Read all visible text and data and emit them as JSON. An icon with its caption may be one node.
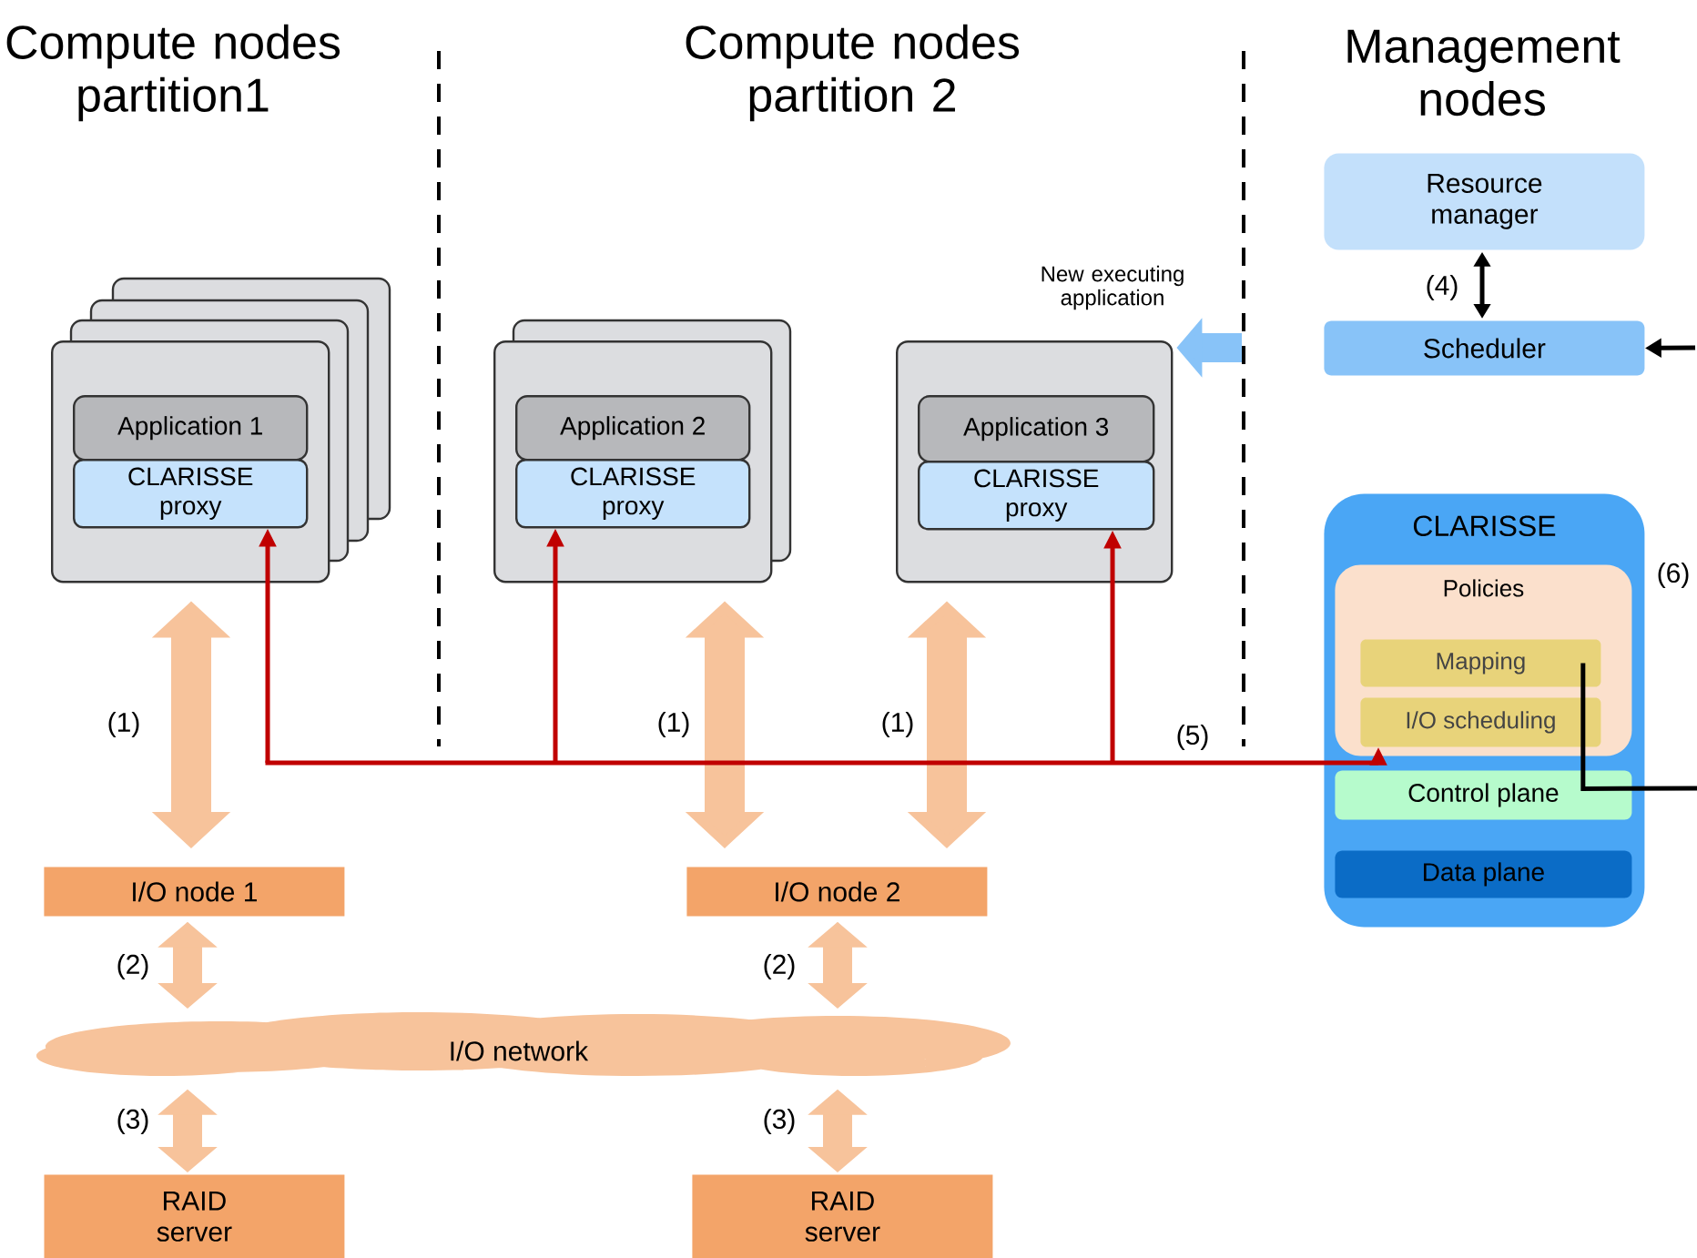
{
  "diagram": {
    "nodes": [
      {
        "text": [],
        "shape": "box"
      },
      {
        "text": [
          "Application 1"
        ],
        "in": 0
      },
      {
        "text": [
          "CLARISSE proxy"
        ],
        "in": 0
      },
      {
        "text": [],
        "shape": "box"
      },
      {
        "text": [
          "Application 2"
        ],
        "in": 3
      },
      {
        "text": [
          "CLARISSE proxy"
        ],
        "in": 3
      },
      {
        "text": [],
        "shape": "box"
      },
      {
        "text": [
          "Application 3"
        ],
        "in": 6
      },
      {
        "text": [
          "CLARISSE proxy"
        ],
        "in": 6
      },
      {
        "text": [
          "Resource manager"
        ]
      },
      {
        "text": [
          "Scheduler"
        ]
      },
      {
        "text": [
          "CLARISSE"
        ]
      },
      {
        "text": [
          "Policies"
        ],
        "in": 11
      },
      {
        "text": [
          "Mapping"
        ],
        "in": 12
      },
      {
        "text": [
          "I/O scheduling"
        ],
        "in": 12
      },
      {
        "text": [
          "Control plane"
        ],
        "in": 11
      },
      {
        "text": [
          "Data plane"
        ],
        "in": 11
      },
      {
        "text": [
          "I/O node 1"
        ]
      },
      {
        "text": [
          "I/O node 2"
        ]
      },
      {
        "text": [
          "I/O network"
        ]
      },
      {
        "text": [
          "RAID server"
        ]
      },
      {
        "text": [
          "RAID server"
        ]
      }
    ],
    "edges": [
      {
        "from": 0,
        "to": 17,
        "arrow": "both",
        "label": "(1)"
      },
      {
        "from": 3,
        "to": 18,
        "arrow": "both",
        "label": "(1)"
      },
      {
        "from": 6,
        "to": 18,
        "arrow": "both",
        "label": "(1)"
      },
      {
        "from": 17,
        "to": 19,
        "arrow": "both",
        "label": "(2)"
      },
      {
        "from": 18,
        "to": 19,
        "arrow": "both",
        "label": "(2)"
      },
      {
        "from": 19,
        "to": 20,
        "arrow": "both",
        "label": "(3)"
      },
      {
        "from": 19,
        "to": 21,
        "arrow": "both",
        "label": "(3)"
      },
      {
        "from": 9,
        "to": 10,
        "arrow": "both",
        "color": "#000000",
        "label": "(4)"
      },
      {
        "from": null,
        "to": 10,
        "arrow": "to",
        "color": "#000000"
      },
      {
        "from": 13,
        "to": null,
        "arrow": "none",
        "color": "#000000"
      },
      {
        "from": 14,
        "to": 2,
        "arrow": "both",
        "color": "#c00000"
      },
      {
        "from": 14,
        "to": 5,
        "arrow": "both",
        "color": "#c00000"
      },
      {
        "from": 14,
        "to": 8,
        "arrow": "both",
        "color": "#c00000",
        "label": "(5)"
      },
      {
        "from": null,
        "to": 6,
        "arrow": "to",
        "color": "#88c3f8",
        "label": "New executing application"
      }
    ],
    "labels": [
      "Compute nodes partition1",
      "Compute nodes partition 2",
      "Management nodes",
      "(6)"
    ]
  }
}
